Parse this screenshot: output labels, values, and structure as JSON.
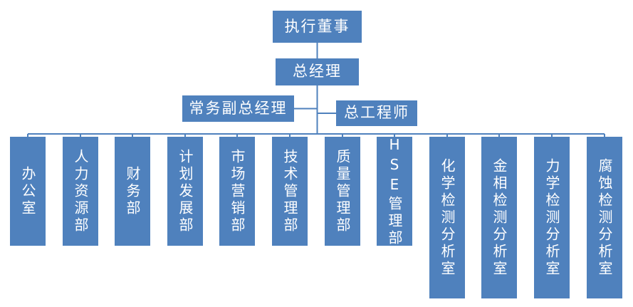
{
  "diagram": {
    "type": "org-chart",
    "colors": {
      "box_fill": "#4f81bd",
      "box_text": "#ffffff",
      "line": "#4f81bd",
      "background": "#ffffff"
    },
    "nodes": {
      "executive_director": {
        "label": "执行董事"
      },
      "general_manager": {
        "label": "总经理"
      },
      "deputy_general_manager": {
        "label": "常务副总经理"
      },
      "chief_engineer": {
        "label": "总工程师"
      }
    },
    "departments": [
      {
        "label": "办公室"
      },
      {
        "label": "人力资源部"
      },
      {
        "label": "财务部"
      },
      {
        "label": "计划发展部"
      },
      {
        "label": "市场营销部"
      },
      {
        "label": "技术管理部"
      },
      {
        "label": "质量管理部"
      },
      {
        "label": "HSE管理部"
      },
      {
        "label": "化学检测分析室"
      },
      {
        "label": "金相检测分析室"
      },
      {
        "label": "力学检测分析室"
      },
      {
        "label": "腐蚀检测分析室"
      }
    ]
  }
}
